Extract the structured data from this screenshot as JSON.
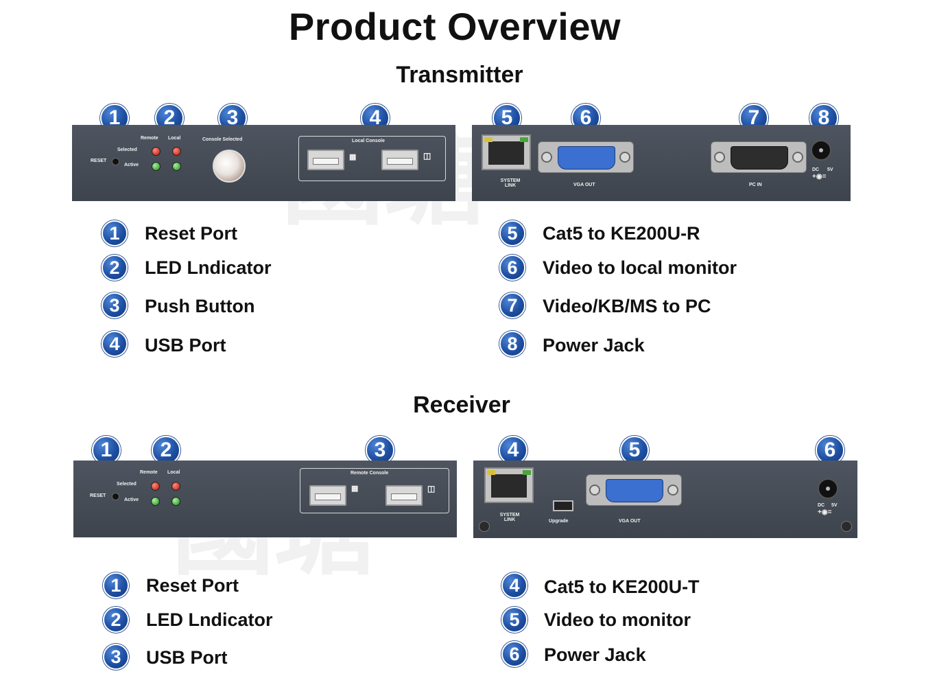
{
  "page_title": "Product Overview",
  "transmitter": {
    "heading": "Transmitter",
    "badges": [
      "1",
      "2",
      "3",
      "4",
      "5",
      "6",
      "7",
      "8"
    ],
    "panel_labels": {
      "reset": "RESET",
      "remote": "Remote",
      "local": "Local",
      "selected": "Selected",
      "active": "Active",
      "console_selected": "Console Selected",
      "local_console": "Local Console",
      "system_link": "SYSTEM LINK",
      "vga_out": "VGA OUT",
      "pc_in": "PC IN",
      "dc": "DC",
      "five_v": "5V"
    },
    "legend": [
      {
        "num": "1",
        "label": "Reset Port"
      },
      {
        "num": "2",
        "label": "LED Lndicator"
      },
      {
        "num": "3",
        "label": "Push Button"
      },
      {
        "num": "4",
        "label": "USB Port"
      },
      {
        "num": "5",
        "label": "Cat5 to KE200U-R"
      },
      {
        "num": "6",
        "label": "Video to local monitor"
      },
      {
        "num": "7",
        "label": "Video/KB/MS to PC"
      },
      {
        "num": "8",
        "label": "Power Jack"
      }
    ]
  },
  "receiver": {
    "heading": "Receiver",
    "badges": [
      "1",
      "2",
      "3",
      "4",
      "5",
      "6"
    ],
    "panel_labels": {
      "reset": "RESET",
      "remote": "Remote",
      "local": "Local",
      "selected": "Selected",
      "active": "Active",
      "remote_console": "Remote Console",
      "system_link": "SYSTEM LINK",
      "upgrade": "Upgrade",
      "vga_out": "VGA OUT",
      "dc": "DC",
      "five_v": "5V"
    },
    "legend": [
      {
        "num": "1",
        "label": "Reset Port"
      },
      {
        "num": "2",
        "label": "LED Lndicator"
      },
      {
        "num": "3",
        "label": "USB Port"
      },
      {
        "num": "4",
        "label": "Cat5 to KE200U-T"
      },
      {
        "num": "5",
        "label": "Video to monitor"
      },
      {
        "num": "6",
        "label": "Power Jack"
      }
    ]
  },
  "watermark": "國瑭",
  "colors": {
    "badge": "#1d4fa3",
    "panel": "#464c55"
  }
}
